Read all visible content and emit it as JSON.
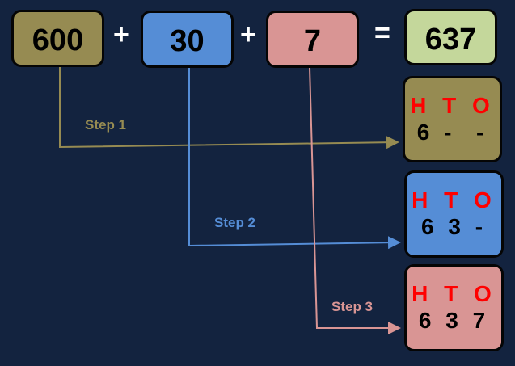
{
  "equation": {
    "hundreds": "600",
    "tens": "30",
    "ones": "7",
    "plus1": "+",
    "plus2": "+",
    "equals": "=",
    "result": "637"
  },
  "steps": [
    {
      "label": "Step 1",
      "header": "H T O",
      "value": "6 -  -",
      "color": "#968b52"
    },
    {
      "label": "Step 2",
      "header": "H T O",
      "value": "6 3 -",
      "color": "#558dd6"
    },
    {
      "label": "Step 3",
      "header": "H T O",
      "value": "6 3 7",
      "color": "#d99594"
    }
  ],
  "colors": {
    "background": "#13233f",
    "result": "#c4d79b",
    "hto_header": "#ff0000"
  }
}
